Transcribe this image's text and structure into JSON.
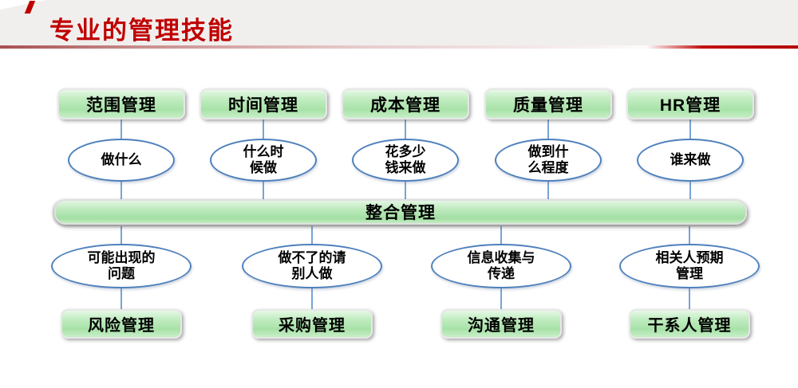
{
  "slide": {
    "title": "专业的管理技能"
  },
  "top_groups": [
    {
      "box": "范围管理",
      "question": "做什么"
    },
    {
      "box": "时间管理",
      "question": "什么时\n候做"
    },
    {
      "box": "成本管理",
      "question": "花多少\n钱来做"
    },
    {
      "box": "质量管理",
      "question": "做到什\n么程度"
    },
    {
      "box": "HR管理",
      "question": "谁来做"
    }
  ],
  "integration_bar": {
    "label": "整合管理"
  },
  "bottom_groups": [
    {
      "question": "可能出现的\n问题",
      "box": "风险管理"
    },
    {
      "question": "做不了的请\n别人做",
      "box": "采购管理"
    },
    {
      "question": "信息收集与\n传递",
      "box": "沟通管理"
    },
    {
      "question": "相关人预期\n管理",
      "box": "干系人管理"
    }
  ],
  "colors": {
    "title_red": "#c00000",
    "header_background": "#f1efee",
    "box_green_light": "#e6f8e6",
    "box_green_mid": "#a8e2a8",
    "ellipse_border_blue": "#4f81bd",
    "connector_blue": "#7aa3d6"
  }
}
